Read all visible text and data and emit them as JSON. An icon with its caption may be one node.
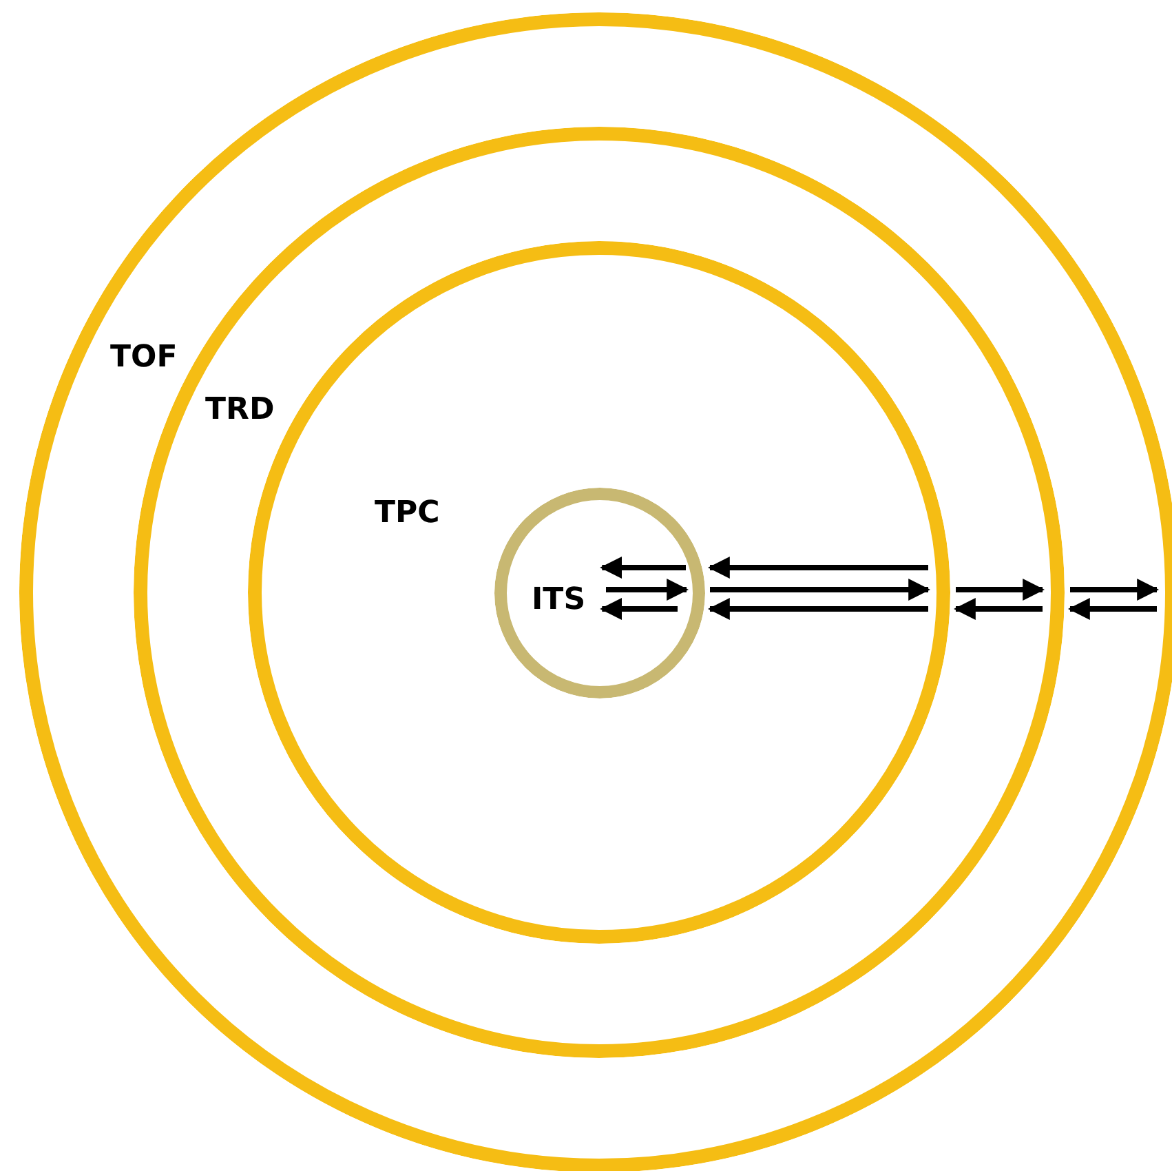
{
  "diagram": {
    "nodes": [
      {
        "text": [
          "TOF"
        ]
      },
      {
        "text": [
          "TRD"
        ],
        "in": 0
      },
      {
        "text": [
          "TPC"
        ],
        "in": 1
      },
      {
        "text": [
          "ITS"
        ],
        "in": 2
      }
    ],
    "edges": [
      {
        "from": null,
        "to": 3,
        "arrow": "to"
      },
      {
        "from": 2,
        "to": 3,
        "arrow": "to"
      },
      {
        "from": null,
        "to": 3,
        "arrow": "to"
      },
      {
        "from": 3,
        "to": 2,
        "arrow": "to"
      },
      {
        "from": 2,
        "to": 1,
        "arrow": "to"
      },
      {
        "from": 1,
        "to": 0,
        "arrow": "to"
      },
      {
        "from": null,
        "to": 3,
        "arrow": "to"
      },
      {
        "from": 2,
        "to": 3,
        "arrow": "to"
      },
      {
        "from": 1,
        "to": 2,
        "arrow": "to"
      },
      {
        "from": 0,
        "to": 1,
        "arrow": "to"
      }
    ]
  }
}
